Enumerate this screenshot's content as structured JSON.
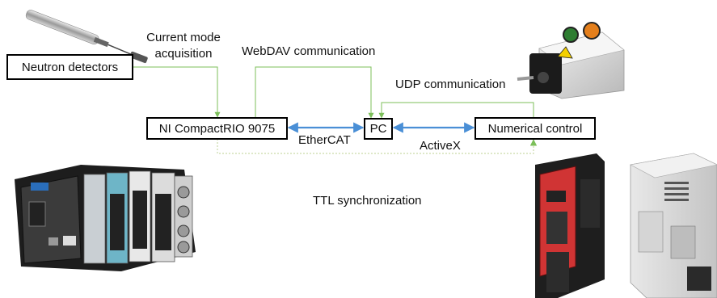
{
  "nodes": {
    "neutron_detectors": "Neutron detectors",
    "crio": "NI CompactRIO 9075",
    "pc": "PC",
    "numerical_control": "Numerical control"
  },
  "edge_labels": {
    "current_mode_line1": "Current mode",
    "current_mode_line2": "acquisition",
    "webdav": "WebDAV communication",
    "udp": "UDP communication",
    "ethercat": "EtherCAT",
    "activex": "ActiveX",
    "ttl": "TTL synchronization"
  },
  "colors": {
    "green_link": "#7cbf5a",
    "blue_link": "#4a8fd6",
    "dotted_link": "#c9d9a8"
  },
  "pictures": {
    "detector_probe": "detector-probe-image",
    "servo_motor": "servo-motor-image",
    "crio_chassis": "crio-chassis-image",
    "drive_red": "servo-drive-red-image",
    "drive_grey": "servo-drive-grey-image"
  }
}
